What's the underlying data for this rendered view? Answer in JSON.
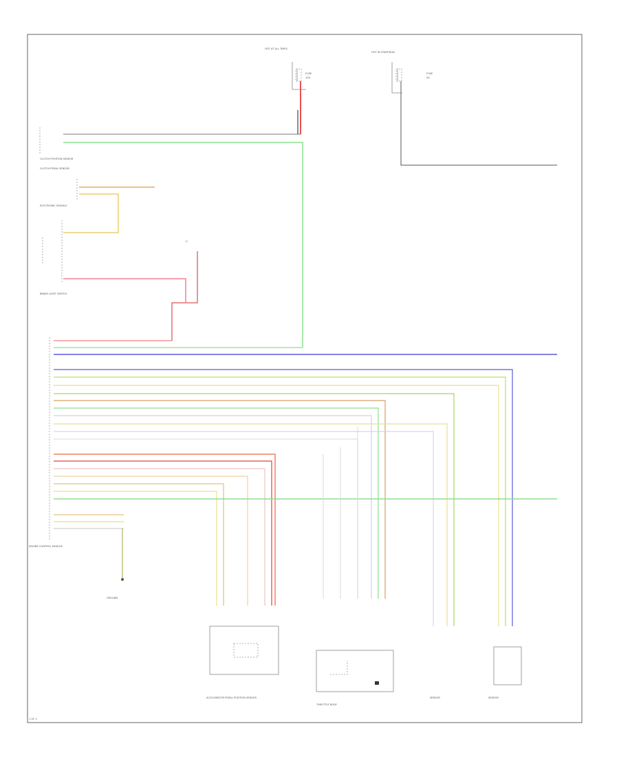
{
  "diagram": {
    "labels": {
      "fuse_left_1": "HOT AT ALL TIMES",
      "fuse_left_2": "FUSE",
      "fuse_left_3": "10A",
      "fuse_right_1": "HOT IN START/RUN",
      "fuse_right_2": "FUSE",
      "fuse_right_3": "5A",
      "clutch_sensor": "CLUTCH POSITION SENSOR",
      "clutch_module": "CLUTCH PEDAL SENSOR",
      "electronic_module": "ELECTRONIC MODULE",
      "ground_top": "G",
      "brake_sensor": "BRAKE LIGHT SWITCH",
      "engine_module": "ENGINE CONTROL MODULE",
      "ground_bottom": "GROUND",
      "accel_pedal": "ACCELERATOR PEDAL POSITION SENSOR",
      "throttle_body": "THROTTLE BODY",
      "sensor_right_1": "SENSOR",
      "sensor_right_2": "SENSOR",
      "page_code": "1 OF 2"
    }
  }
}
